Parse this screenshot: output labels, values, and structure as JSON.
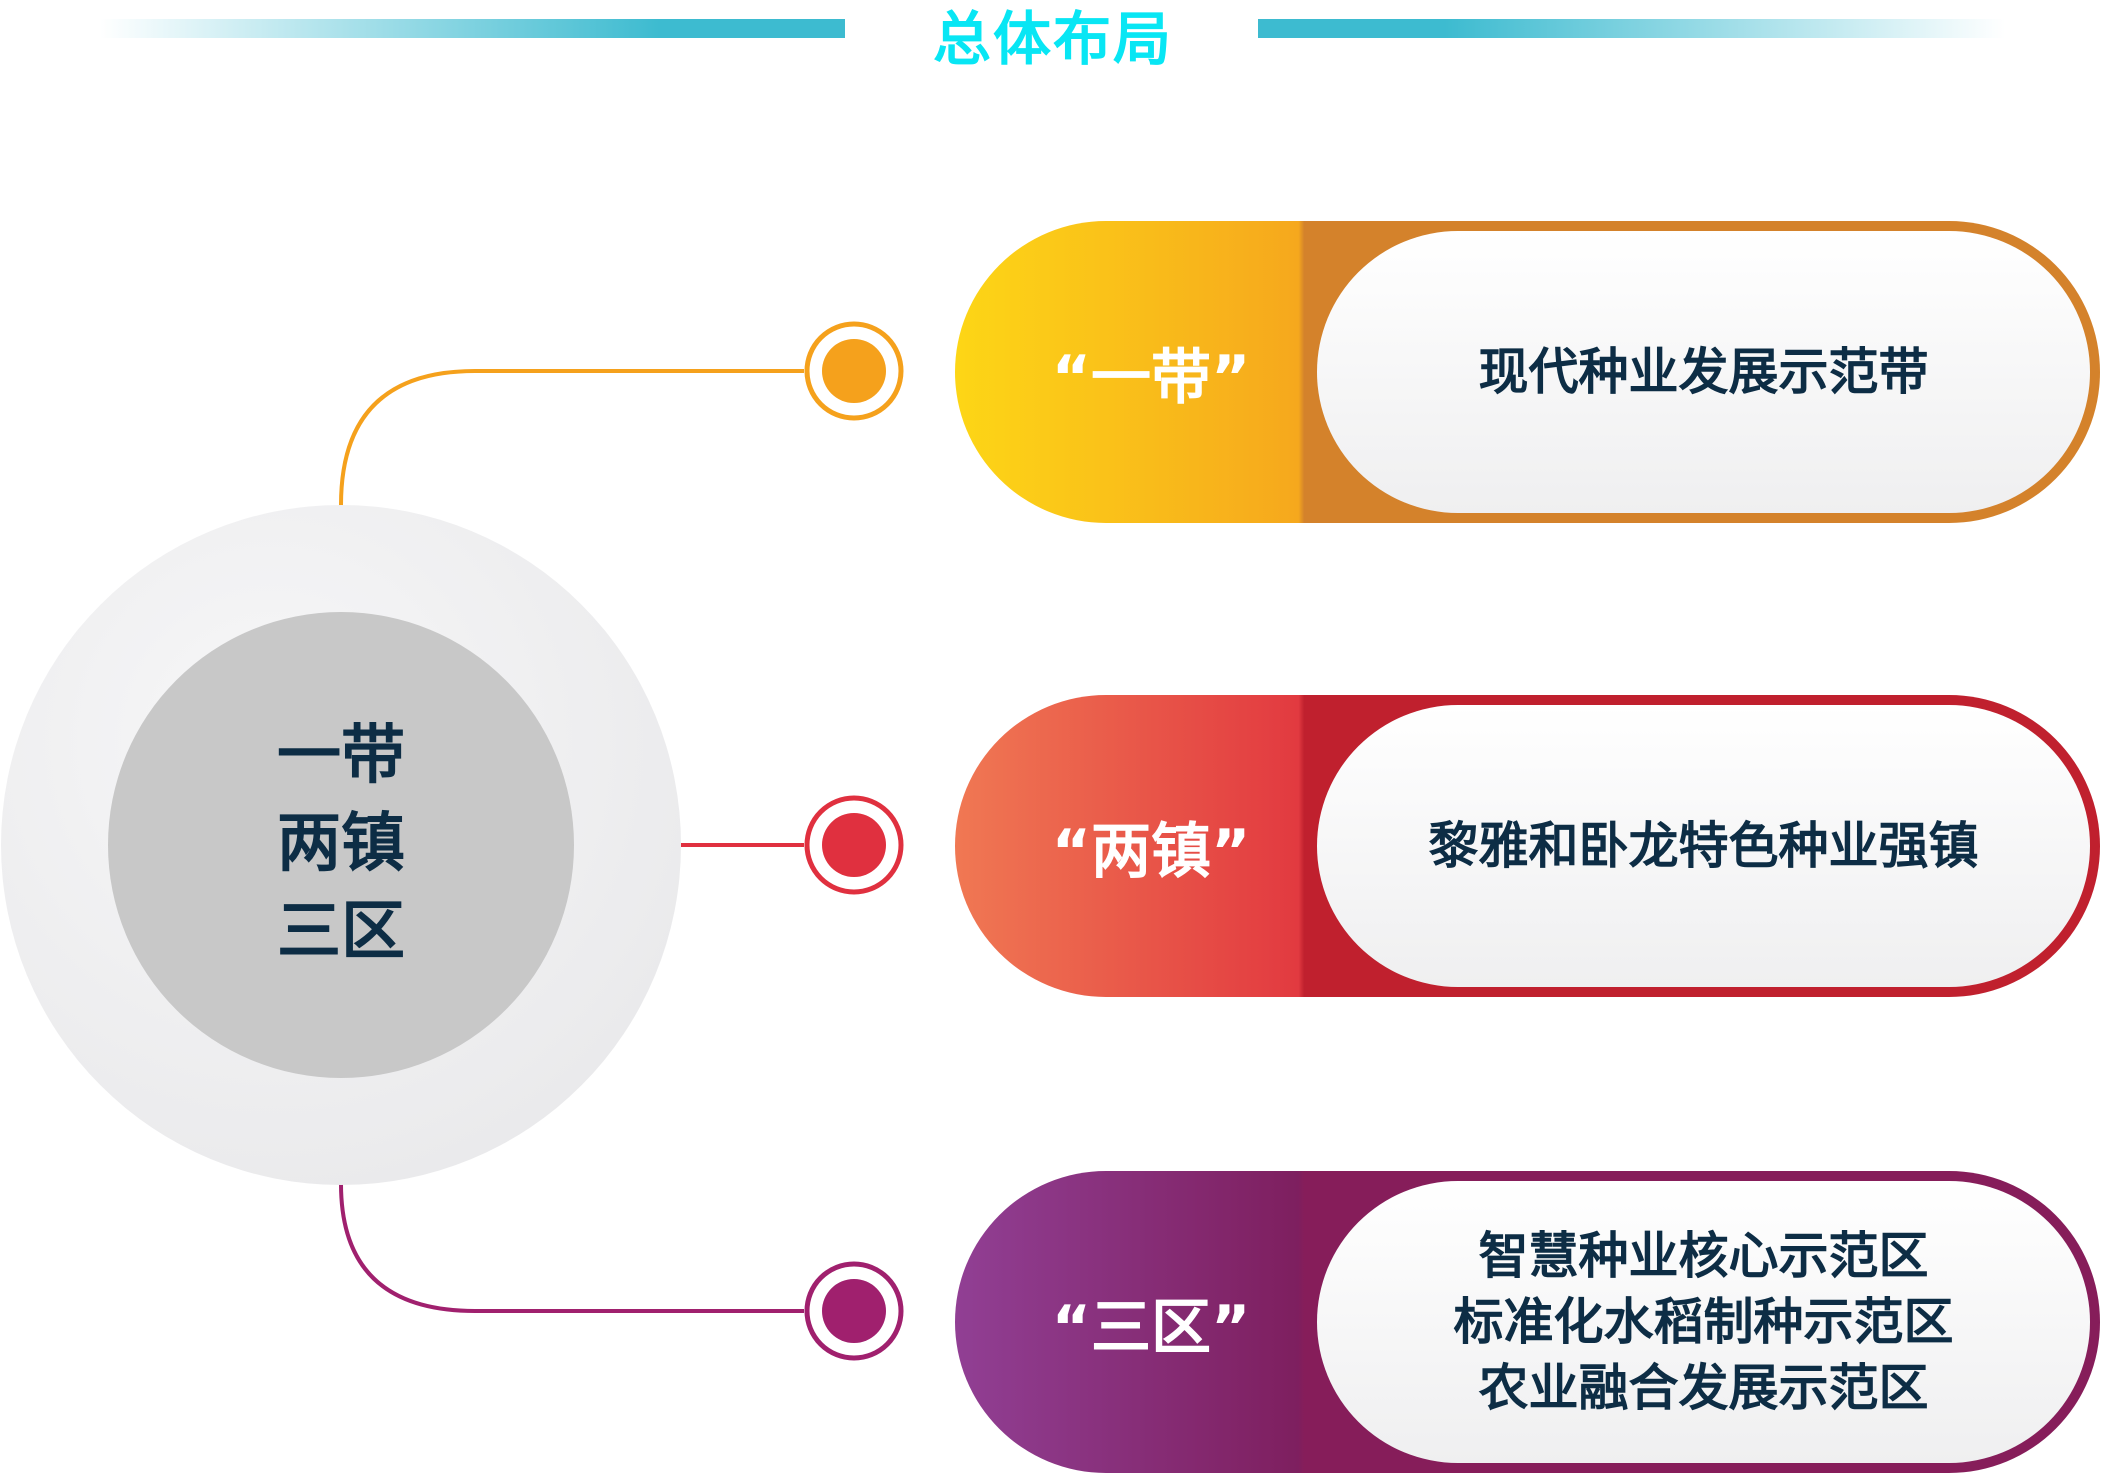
{
  "title": "总体布局",
  "center": {
    "lines": [
      "一带",
      "两镇",
      "三区"
    ]
  },
  "items": [
    {
      "label": "“一带”",
      "texts": [
        "现代种业发展示范带"
      ],
      "color": "#f5a11c"
    },
    {
      "label": "“两镇”",
      "texts": [
        "黎雅和卧龙特色种业强镇"
      ],
      "color": "#e0303f"
    },
    {
      "label": "“三区”",
      "texts": [
        "智慧种业核心示范区",
        "标准化水稻制种示范区",
        "农业融合发展示范区"
      ],
      "color": "#a0206e"
    }
  ]
}
